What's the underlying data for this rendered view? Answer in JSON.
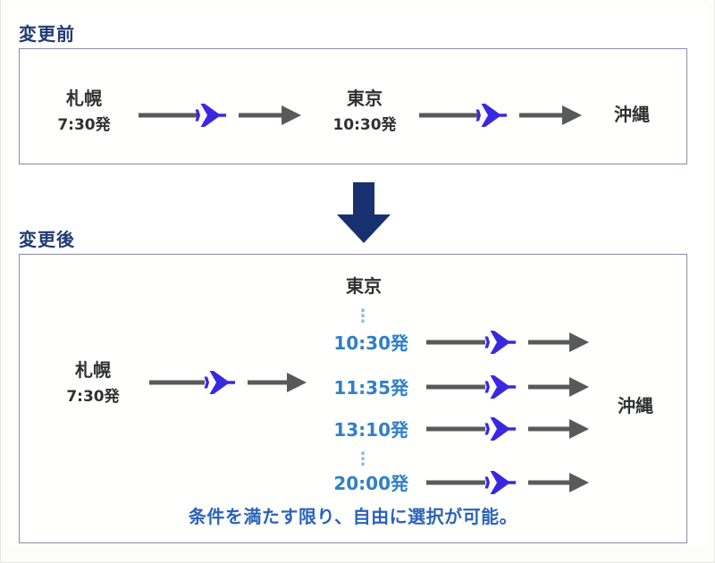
{
  "diagram": {
    "title_before": "変更前",
    "title_after": "変更後",
    "transition_icon": "down-arrow-icon",
    "colors": {
      "heading": "#1f3a73",
      "time_blue": "#3080c8",
      "caption_blue": "#2a63b8",
      "plane": "#3a28e0",
      "arrow_gray": "#58595b",
      "panel_border": "#8d8aa6",
      "big_arrow": "#173070",
      "dots": "#8bbce4"
    }
  },
  "before": {
    "origin": {
      "name": "札幌",
      "time": "7:30発"
    },
    "via": {
      "name": "東京",
      "time": "10:30発"
    },
    "destination": {
      "name": "沖縄"
    },
    "segments": [
      {
        "icon": "airplane-icon",
        "from": "札幌",
        "to": "東京"
      },
      {
        "icon": "airplane-icon",
        "from": "東京",
        "to": "沖縄"
      }
    ]
  },
  "after": {
    "origin": {
      "name": "札幌",
      "time": "7:30発"
    },
    "hub": {
      "name": "東京"
    },
    "destination": {
      "name": "沖縄"
    },
    "ellipsis_glyph": "⋮",
    "departures": [
      {
        "time": "10:30発",
        "icon": "airplane-icon"
      },
      {
        "time": "11:35発",
        "icon": "airplane-icon"
      },
      {
        "time": "13:10発",
        "icon": "airplane-icon"
      },
      {
        "time": "20:00発",
        "icon": "airplane-icon"
      }
    ],
    "caption": "条件を満たす限り、自由に選択が可能。"
  }
}
